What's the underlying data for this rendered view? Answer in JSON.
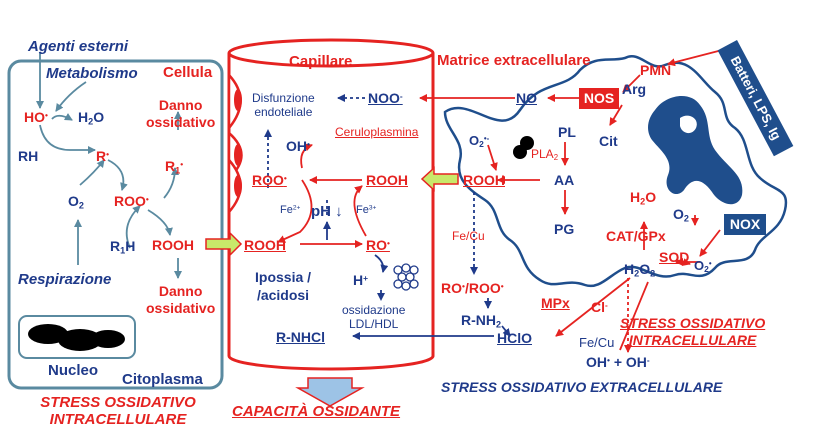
{
  "labels": {
    "agenti_esterni": "Agenti esterni",
    "metabolismo": "Metabolismo",
    "cellula": "Cellula",
    "capillare": "Capillare",
    "matrice": "Matrice extracellulare",
    "ho": "HO",
    "h2o_left": "H",
    "danno1_a": "Danno",
    "danno1_b": "ossidativo",
    "rh": "RH",
    "r_rad": "R",
    "r1": "R",
    "o2_left": "O",
    "roo_left": "ROO",
    "r1h": "R",
    "rooh_left": "ROOH",
    "danno2_a": "Danno",
    "danno2_b": "ossidativo",
    "respirazione": "Respirazione",
    "nucleo": "Nucleo",
    "citoplasma": "Citoplasma",
    "stress_intra_left_a": "STRESS OSSIDATIVO",
    "stress_intra_left_b": "INTRACELLULARE",
    "disfunzione_a": "Disfunzione",
    "disfunzione_b": "endoteliale",
    "noo": "NOO",
    "ceruloplasmina": "Ceruloplasmina",
    "oh": "OH",
    "roo_cap": "ROO",
    "rooh_cap_top": "ROOH",
    "fe2": "Fe",
    "ph": "pH",
    "fe3": "Fe",
    "rooh_cap_left": "ROOH",
    "ro_cap": "RO",
    "ipossia_a": "Ipossia /",
    "ipossia_b": "/acidosi",
    "hplus": "H",
    "ossidazione_a": "ossidazione",
    "ossidazione_b": "LDL/HDL",
    "rnhcl": "R-NHCl",
    "capacita": "CAPACITÀ OSSIDANTE",
    "no": "NO",
    "nos": "NOS",
    "pmn": "PMN",
    "arg": "Arg",
    "batteri": "Batteri, LPS, Ig",
    "o2rad": "O",
    "pl": "PL",
    "pla2": "PLA",
    "cit": "Cit",
    "rooh_ext": "ROOH",
    "aa": "AA",
    "h2o_ext": "H",
    "fecu1": "Fe/Cu",
    "pg": "PG",
    "o2_ext": "O",
    "nox": "NOX",
    "catgpx": "CAT/GPx",
    "sod": "SOD",
    "h2o2": "H",
    "o2_ext2": "O",
    "ro_roo": "RO",
    "mpx": "MPx",
    "cl": "Cl",
    "rnh2": "R-NH",
    "hclo": "HClO",
    "fecu2": "Fe/Cu",
    "oh_pair_a": "OH",
    "oh_pair_b": "+ OH",
    "stress_intra_right_a": "STRESS OSSIDATIVO",
    "stress_intra_right_b": "INTRACELLULARE",
    "stress_extra": "STRESS OSSIDATIVO EXTRACELLULARE"
  },
  "marks": {
    "radical": "•",
    "minus": "-",
    "two_plus": "2+",
    "three_plus": "3+",
    "plus": "+",
    "sub2": "2",
    "sub1": "1",
    "ox_2": "2"
  },
  "colors": {
    "blue": "#1f3a8a",
    "red": "#e52321",
    "box_blue": "#1f4e8c",
    "steel": "#5a8aa0",
    "arrow_green": "#c8e86a",
    "capacity_arrow": "#9dc3e6"
  }
}
